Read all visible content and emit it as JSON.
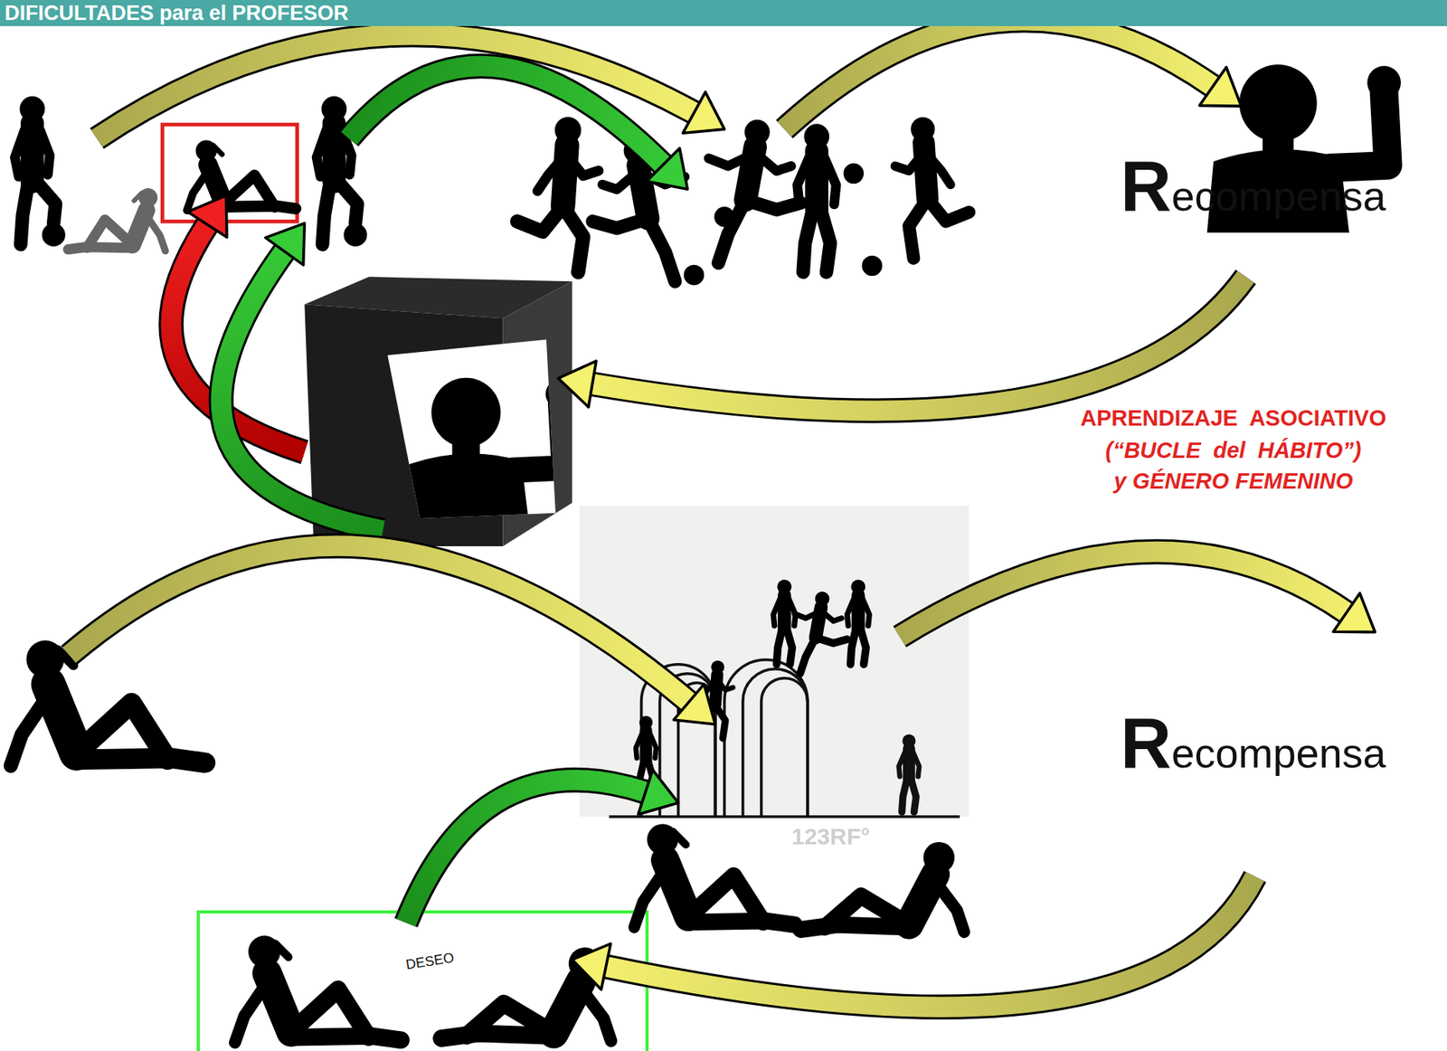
{
  "diagram": {
    "title": "DIFICULTADES para el PROFESOR",
    "nodes": [
      {
        "text": [
          "DESEO"
        ]
      }
    ],
    "labels": [
      "Recompensa",
      "Recompensa",
      "APRENDIZAJE  ASOCIATIVO",
      "(“BUCLE  del  HÁBITO”)",
      "y GÉNERO FEMENINO",
      "123RF°"
    ]
  }
}
